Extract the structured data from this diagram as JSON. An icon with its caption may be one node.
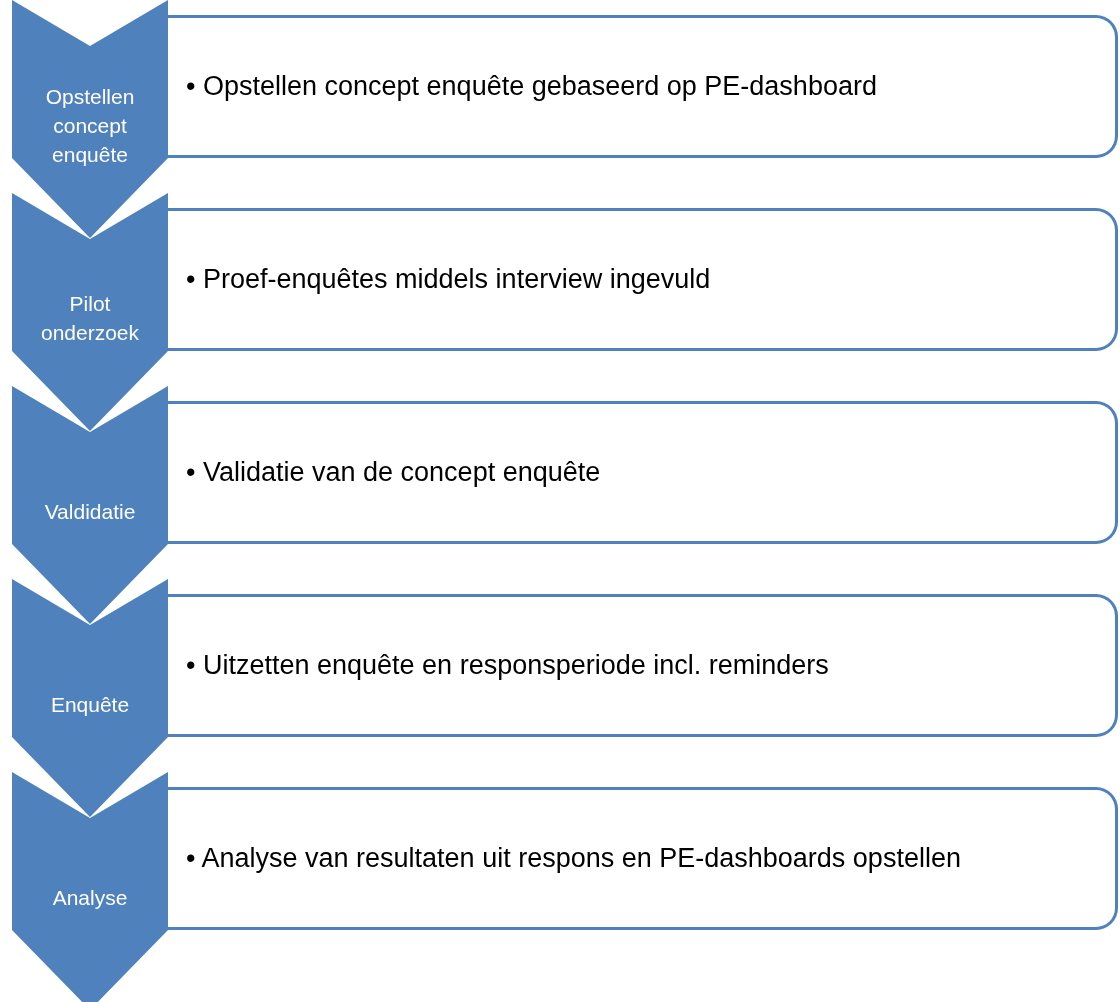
{
  "diagram": {
    "nodes": [
      {
        "text": [
          "Opstellen concept enquête"
        ]
      },
      {
        "text": [
          "• Opstellen concept enquête gebaseerd op PE-dashboard"
        ]
      },
      {
        "text": [
          "Pilot onderzoek"
        ]
      },
      {
        "text": [
          "• Proef-enquêtes middels interview ingevuld"
        ]
      },
      {
        "text": [
          "Valdidatie"
        ]
      },
      {
        "text": [
          "• Validatie van de concept enquête"
        ]
      },
      {
        "text": [
          "Enquête"
        ]
      },
      {
        "text": [
          "• Uitzetten enquête en responsperiode incl. reminders"
        ]
      },
      {
        "text": [
          "Analyse"
        ]
      },
      {
        "text": [
          "• Analyse van resultaten uit respons en PE-dashboards opstellen"
        ]
      }
    ]
  }
}
